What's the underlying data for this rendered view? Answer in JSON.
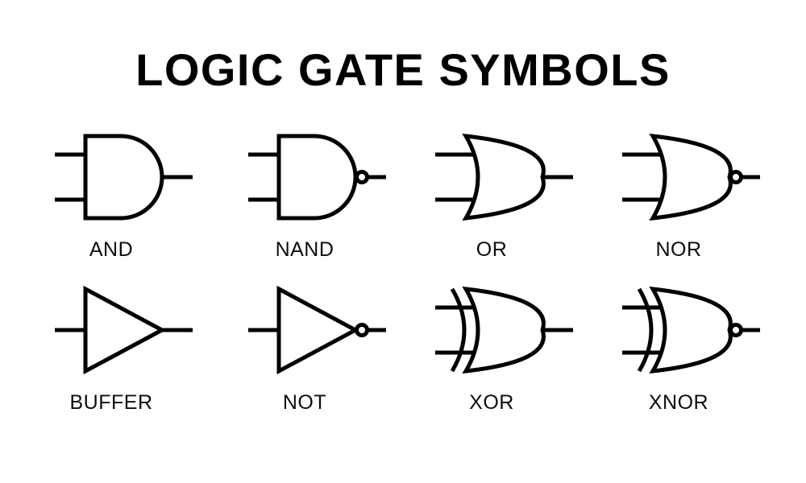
{
  "poster": {
    "title": "LOGIC GATE SYMBOLS",
    "background_color": "#ffffff",
    "ink_color": "#000000",
    "columns": 4,
    "rows": 2
  },
  "gates": [
    {
      "id": "and",
      "label": "AND",
      "shape": "and-body",
      "inputs": 2,
      "inverted_output": false,
      "exclusive_arc": false
    },
    {
      "id": "nand",
      "label": "NAND",
      "shape": "and-body",
      "inputs": 2,
      "inverted_output": true,
      "exclusive_arc": false
    },
    {
      "id": "or",
      "label": "OR",
      "shape": "or-body",
      "inputs": 2,
      "inverted_output": false,
      "exclusive_arc": false
    },
    {
      "id": "nor",
      "label": "NOR",
      "shape": "or-body",
      "inputs": 2,
      "inverted_output": true,
      "exclusive_arc": false
    },
    {
      "id": "buffer",
      "label": "BUFFER",
      "shape": "triangle-body",
      "inputs": 1,
      "inverted_output": false,
      "exclusive_arc": false
    },
    {
      "id": "not",
      "label": "NOT",
      "shape": "triangle-body",
      "inputs": 1,
      "inverted_output": true,
      "exclusive_arc": false
    },
    {
      "id": "xor",
      "label": "XOR",
      "shape": "or-body",
      "inputs": 2,
      "inverted_output": false,
      "exclusive_arc": true
    },
    {
      "id": "xnor",
      "label": "XNOR",
      "shape": "or-body",
      "inputs": 2,
      "inverted_output": true,
      "exclusive_arc": true
    }
  ]
}
